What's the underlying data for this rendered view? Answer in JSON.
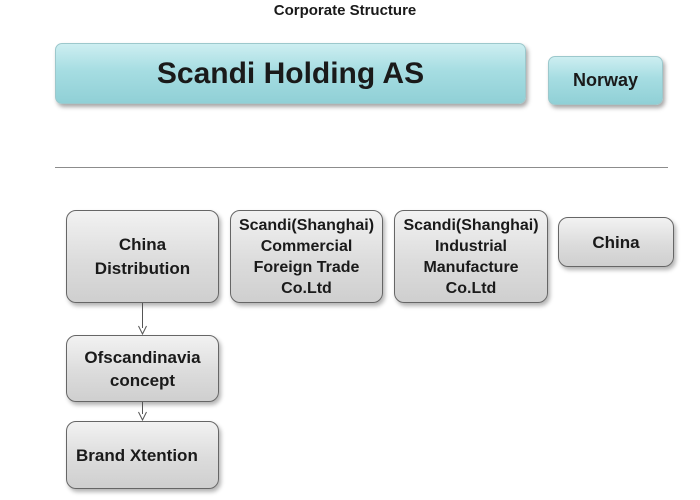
{
  "title": "Corporate Structure",
  "parent": {
    "name": "Scandi Holding AS",
    "country": "Norway"
  },
  "subsidiaries": {
    "china_distribution": "China\nDistribution",
    "shanghai_commercial": "Scandi(Shanghai)\nCommercial\nForeign Trade\nCo.Ltd",
    "shanghai_industrial": "Scandi(Shanghai)\nIndustrial\nManufacture\nCo.Ltd",
    "country": "China"
  },
  "chain": {
    "ofscandinavia": "Ofscandinavia\nconcept",
    "brand": "Brand Xtention"
  },
  "colors": {
    "parent_fill": "#a6dde2",
    "node_fill": "#dcdcdc",
    "node_border": "#666666",
    "connector": "#555555"
  }
}
